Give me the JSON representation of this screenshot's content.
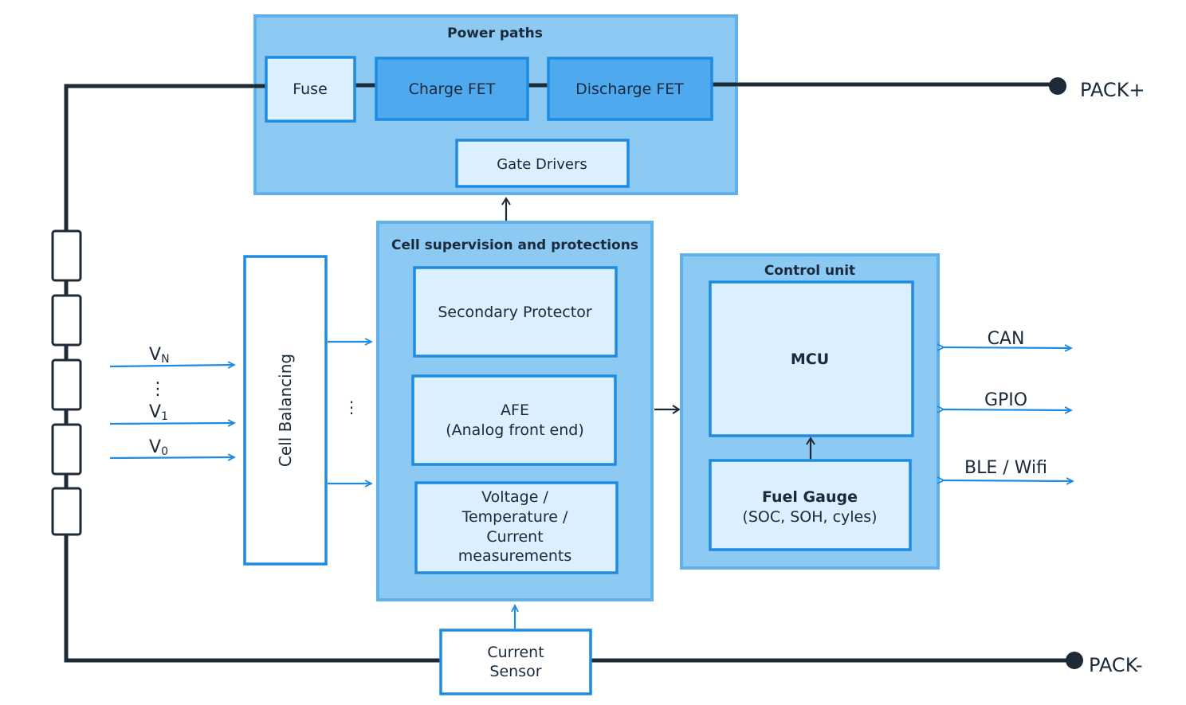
{
  "power_paths": {
    "title": "Power paths",
    "fuse": "Fuse",
    "charge_fet": "Charge FET",
    "discharge_fet": "Discharge FET",
    "gate_drivers": "Gate Drivers"
  },
  "cell_supervision": {
    "title": "Cell supervision and protections",
    "secondary_protector": "Secondary Protector",
    "afe_line1": "AFE",
    "afe_line2": "(Analog front end)",
    "meas_line1": "Voltage /",
    "meas_line2": "Temperature /",
    "meas_line3": "Current",
    "meas_line4": "measurements"
  },
  "control_unit": {
    "title": "Control unit",
    "mcu": "MCU",
    "fuel_gauge_line1": "Fuel Gauge",
    "fuel_gauge_line2": "(SOC, SOH, cyles)"
  },
  "cell_balancing": "Cell Balancing",
  "current_sensor_line1": "Current",
  "current_sensor_line2": "Sensor",
  "terminals": {
    "positive": "PACK+",
    "negative": "PACK-"
  },
  "inputs": {
    "vn": "V",
    "vn_sub": "N",
    "v1": "V",
    "v1_sub": "1",
    "v0": "V",
    "v0_sub": "0",
    "dots": "⋮"
  },
  "interfaces": {
    "can": "CAN",
    "gpio": "GPIO",
    "ble_wifi": "BLE / Wifi"
  },
  "colors": {
    "accent": "#1f8be0",
    "group_fill": "#8ccaf4",
    "wire": "#1e2a36"
  }
}
